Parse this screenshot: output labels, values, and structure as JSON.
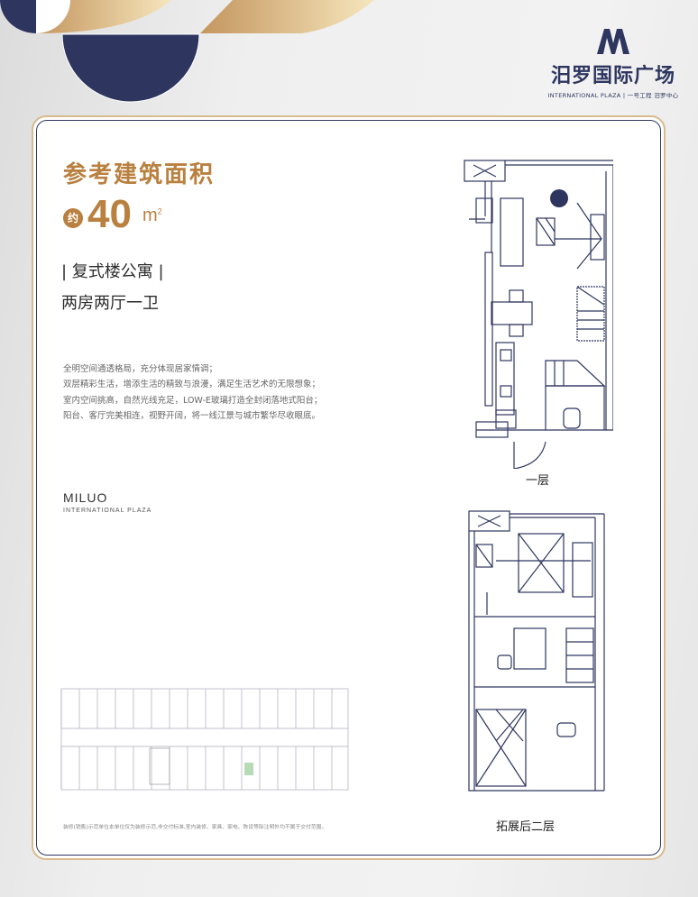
{
  "logo": {
    "name_cn": "汨罗国际广场",
    "name_en": "INTERNATIONAL PLAZA | 一号工程 汨罗中心"
  },
  "headline": {
    "title": "参考建筑面积",
    "approx_badge": "约",
    "area_value": "40",
    "area_unit": "m",
    "area_unit_sup": "2"
  },
  "unit_type": "| 复式楼公寓 |",
  "layout": "两房两厅一卫",
  "description": [
    "全明空间通透格局，充分体现居家情调；",
    "双层精彩生活，增添生活的精致与浪漫，满足生活艺术的无限想象；",
    "室内空间挑高，自然光线充足，LOW-E玻璃打造全封闭落地式阳台；",
    "阳台、客厅完美相连，视野开阔，将一线江景与城市繁华尽收眼底。"
  ],
  "brand": {
    "line1": "MILUO",
    "line2": "INTERNATIONAL PLAZA"
  },
  "floor_plans": [
    {
      "label": "一层"
    },
    {
      "label": "拓展后二层"
    }
  ],
  "footnote": "装修(销售)示范单位本单位仅为装修示范,非交付标准,室内装修、家具、家电、陈设等除注明外均不属于交付范围。",
  "colors": {
    "navy": "#2e365f",
    "gold": "#b9803f",
    "gold_light": "#f3e3b8"
  }
}
